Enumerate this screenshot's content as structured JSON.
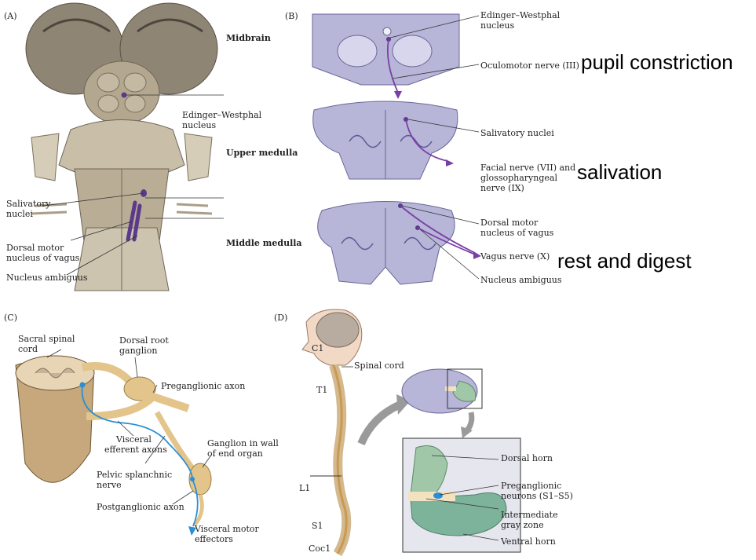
{
  "panels": {
    "a": {
      "letter": "(A)",
      "levels": [
        "Midbrain",
        "Upper medulla",
        "Middle medulla"
      ],
      "labels": {
        "edinger": [
          "Edinger–Westphal",
          "nucleus"
        ],
        "salivatory": [
          "Salivatory",
          "nuclei"
        ],
        "dorsal_motor": [
          "Dorsal motor",
          "nucleus of vagus"
        ],
        "ambiguus": "Nucleus ambiguus"
      }
    },
    "b": {
      "letter": "(B)",
      "labels": {
        "edinger": [
          "Edinger–Westphal",
          "nucleus"
        ],
        "oculomotor": "Oculomotor nerve (III)",
        "salivatory": "Salivatory nuclei",
        "facial": [
          "Facial nerve (VII) and",
          "glossopharyngeal",
          "nerve (IX)"
        ],
        "dorsal_motor": [
          "Dorsal motor",
          "nucleus of vagus"
        ],
        "vagus": "Vagus nerve (X)",
        "ambiguus": "Nucleus ambiguus"
      },
      "annotations": [
        "pupil constriction",
        "salivation",
        "rest and digest"
      ]
    },
    "c": {
      "letter": "(C)",
      "labels": {
        "sacral": [
          "Sacral spinal",
          "cord"
        ],
        "drg": [
          "Dorsal root",
          "ganglion"
        ],
        "preganglionic": "Preganglionic axon",
        "visceral_efferent": [
          "Visceral",
          "efferent axons"
        ],
        "ganglion_wall": [
          "Ganglion in wall",
          "of end organ"
        ],
        "pelvic": [
          "Pelvic splanchnic",
          "nerve"
        ],
        "postganglionic": "Postganglionic axon",
        "effectors": [
          "Visceral motor",
          "effectors"
        ]
      }
    },
    "d": {
      "letter": "(D)",
      "levels": [
        "C1",
        "T1",
        "L1",
        "S1",
        "Coc1"
      ],
      "labels": {
        "spinal_cord": "Spinal cord",
        "dorsal_horn": "Dorsal horn",
        "preganglionic_neurons": [
          "Preganglionic",
          "neurons (S1–S5)"
        ],
        "intermediate": [
          "Intermediate",
          "gray zone"
        ],
        "ventral_horn": "Ventral horn"
      }
    }
  },
  "colors": {
    "nucleus": "#5b3a8c",
    "brainstem": "#b9ad95",
    "section_stain": "#b7b5d8",
    "axon": "#2a8fd6",
    "ganglion": "#e3c48b",
    "horn_green": "#9fc7a8"
  }
}
